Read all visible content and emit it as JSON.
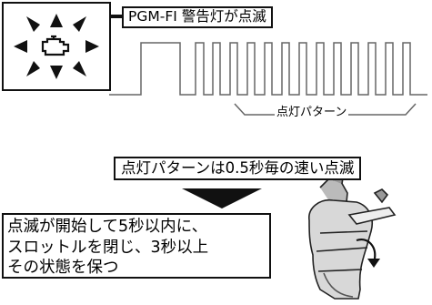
{
  "diagram": {
    "warning_title": "PGM-FI 警告灯が点滅",
    "pattern_label": "点灯パターン",
    "pattern_summary": "点灯パターンは0.5秒毎の速い点滅",
    "instruction_lines": [
      "点滅が開始して5秒以内に、",
      "スロットルを閉じ、3秒以上",
      "その状態を保つ"
    ]
  },
  "icons": {
    "warning_lamp": "engine-warning-lamp-icon",
    "arrow": "down-arrow-icon",
    "throttle": "throttle-grip-icon",
    "rotation": "curved-arrow-icon"
  },
  "colors": {
    "line": "#111111",
    "waveform": "#666666",
    "background": "#ffffff"
  }
}
